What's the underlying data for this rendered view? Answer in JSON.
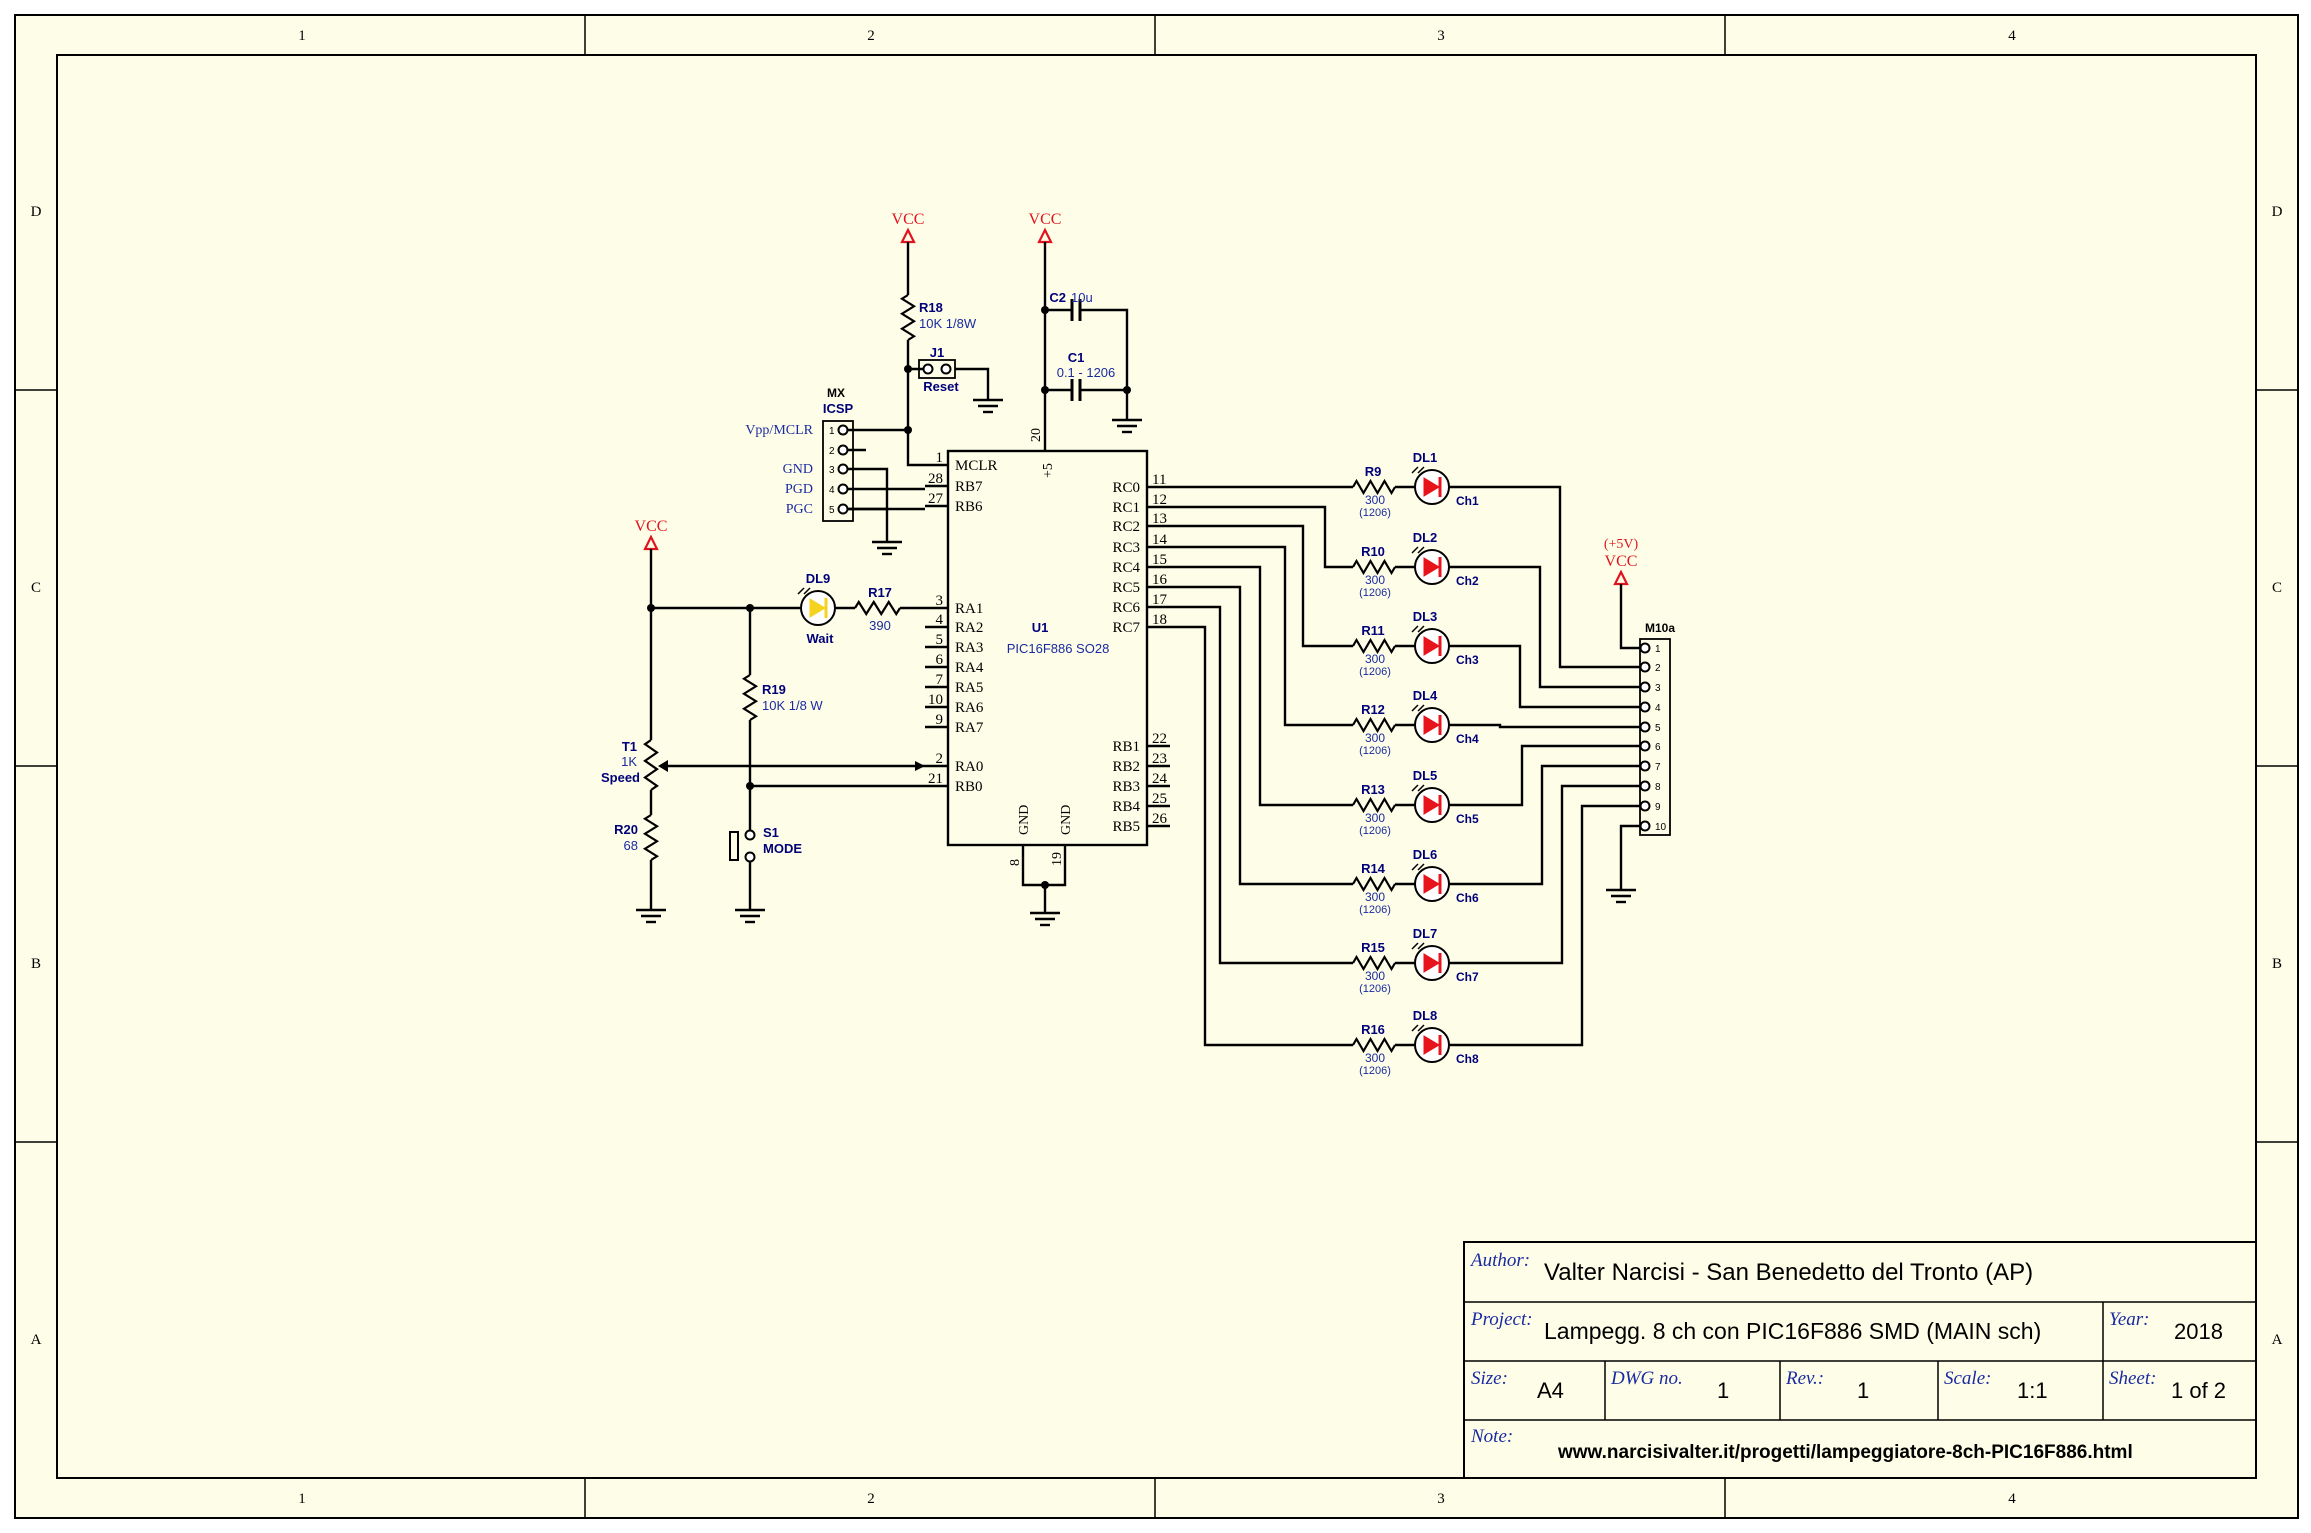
{
  "border": {
    "columns": [
      "1",
      "2",
      "3",
      "4"
    ],
    "rows": [
      "D",
      "C",
      "B",
      "A"
    ]
  },
  "power": {
    "vcc": "VCC",
    "plus5v": "(+5V)"
  },
  "components": {
    "r18": {
      "ref": "R18",
      "value": "10K 1/8W"
    },
    "j1": {
      "ref": "J1",
      "name": "Reset"
    },
    "c2": {
      "ref": "C2",
      "value": "10u"
    },
    "c1": {
      "ref": "C1",
      "value": "0.1 - 1206"
    },
    "icsp": {
      "ref": "MX",
      "name": "ICSP",
      "pins": [
        "1",
        "2",
        "3",
        "4",
        "5"
      ],
      "labels": [
        "Vpp/MCLR",
        "GND",
        "PGD",
        "PGC"
      ]
    },
    "dl9": {
      "ref": "DL9",
      "name": "Wait"
    },
    "r17": {
      "ref": "R17",
      "value": "390"
    },
    "r19": {
      "ref": "R19",
      "value": "10K 1/8 W"
    },
    "t1": {
      "ref": "T1",
      "value": "1K",
      "name": "Speed"
    },
    "r20": {
      "ref": "R20",
      "value": "68"
    },
    "s1": {
      "ref": "S1",
      "name": "MODE"
    },
    "u1": {
      "ref": "U1",
      "part": "PIC16F886 SO28",
      "left_pins": [
        {
          "num": "1",
          "name": "MCLR"
        },
        {
          "num": "28",
          "name": "RB7"
        },
        {
          "num": "27",
          "name": "RB6"
        },
        {
          "num": "3",
          "name": "RA1"
        },
        {
          "num": "4",
          "name": "RA2"
        },
        {
          "num": "5",
          "name": "RA3"
        },
        {
          "num": "6",
          "name": "RA4"
        },
        {
          "num": "7",
          "name": "RA5"
        },
        {
          "num": "10",
          "name": "RA6"
        },
        {
          "num": "9",
          "name": "RA7"
        },
        {
          "num": "2",
          "name": "RA0"
        },
        {
          "num": "21",
          "name": "RB0"
        }
      ],
      "right_pins": [
        {
          "num": "11",
          "name": "RC0"
        },
        {
          "num": "12",
          "name": "RC1"
        },
        {
          "num": "13",
          "name": "RC2"
        },
        {
          "num": "14",
          "name": "RC3"
        },
        {
          "num": "15",
          "name": "RC4"
        },
        {
          "num": "16",
          "name": "RC5"
        },
        {
          "num": "17",
          "name": "RC6"
        },
        {
          "num": "18",
          "name": "RC7"
        },
        {
          "num": "22",
          "name": "RB1"
        },
        {
          "num": "23",
          "name": "RB2"
        },
        {
          "num": "24",
          "name": "RB3"
        },
        {
          "num": "25",
          "name": "RB4"
        },
        {
          "num": "26",
          "name": "RB5"
        }
      ],
      "top_pin": {
        "num": "20",
        "name": "+5"
      },
      "bottom_pins": [
        {
          "num": "8",
          "name": "GND"
        },
        {
          "num": "19",
          "name": "GND"
        }
      ]
    },
    "channels": [
      {
        "r": "R9",
        "value": "300",
        "pkg": "(1206)",
        "led": "DL1",
        "ch": "Ch1"
      },
      {
        "r": "R10",
        "value": "300",
        "pkg": "(1206)",
        "led": "DL2",
        "ch": "Ch2"
      },
      {
        "r": "R11",
        "value": "300",
        "pkg": "(1206)",
        "led": "DL3",
        "ch": "Ch3"
      },
      {
        "r": "R12",
        "value": "300",
        "pkg": "(1206)",
        "led": "DL4",
        "ch": "Ch4"
      },
      {
        "r": "R13",
        "value": "300",
        "pkg": "(1206)",
        "led": "DL5",
        "ch": "Ch5"
      },
      {
        "r": "R14",
        "value": "300",
        "pkg": "(1206)",
        "led": "DL6",
        "ch": "Ch6"
      },
      {
        "r": "R15",
        "value": "300",
        "pkg": "(1206)",
        "led": "DL7",
        "ch": "Ch7"
      },
      {
        "r": "R16",
        "value": "300",
        "pkg": "(1206)",
        "led": "DL8",
        "ch": "Ch8"
      }
    ],
    "m10a": {
      "ref": "M10a",
      "pins": [
        "1",
        "2",
        "3",
        "4",
        "5",
        "6",
        "7",
        "8",
        "9",
        "10"
      ]
    }
  },
  "title_block": {
    "author_label": "Author:",
    "author": "Valter Narcisi - San Benedetto del Tronto (AP)",
    "project_label": "Project:",
    "project": "Lampegg. 8 ch con PIC16F886 SMD (MAIN sch)",
    "year_label": "Year:",
    "year": "2018",
    "size_label": "Size:",
    "size": "A4",
    "dwg_label": "DWG no.",
    "dwg": "1",
    "rev_label": "Rev.:",
    "rev": "1",
    "scale_label": "Scale:",
    "scale": "1:1",
    "sheet_label": "Sheet:",
    "sheet": "1 of 2",
    "note_label": "Note:",
    "note": "www.narcisivalter.it/progetti/lampeggiatore-8ch-PIC16F886.html"
  },
  "colors": {
    "paper": "#fefee8",
    "line": "#000000",
    "label_blue": "#1a2aa0",
    "power_red": "#e0141e",
    "led_red": "#e8141c",
    "led_yellow": "#f5d21e",
    "ref_dark": "#00007a"
  }
}
